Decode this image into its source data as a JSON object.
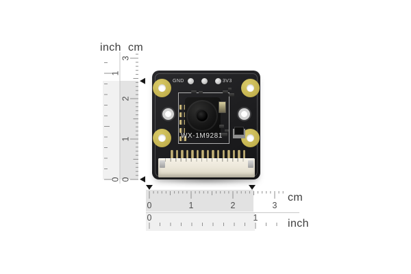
{
  "vertical_ruler": {
    "inch_unit_label": "inch",
    "cm_unit_label": "cm",
    "cm_tick_labels": [
      "3",
      "2",
      "1",
      "0"
    ],
    "inch_tick_labels": [
      "1",
      "0"
    ],
    "cm_range": [
      0,
      3
    ],
    "inch_range": [
      0,
      1
    ],
    "measured_height_cm": 2.45
  },
  "horizontal_ruler": {
    "cm_unit_label": "cm",
    "inch_unit_label": "inch",
    "cm_tick_labels": [
      "0",
      "1",
      "2",
      "3"
    ],
    "inch_tick_labels": [
      "0",
      "1"
    ],
    "cm_range": [
      0,
      3
    ],
    "inch_range": [
      0,
      1
    ],
    "measured_width_cm": 2.5
  },
  "module": {
    "silkscreen_model": "WX-1M9281",
    "pin_label_left": "GND",
    "pin_label_right": "3V3",
    "top_pad_count": 3,
    "corner_pad_count": 4,
    "mounting_hole_count": 2,
    "ffc_pin_count": 15,
    "colors": {
      "board": "#1d1d1f",
      "corner_pad": "#c3b24f",
      "connector": "#ece7da",
      "hole_ring": "#d2d2d2"
    }
  }
}
